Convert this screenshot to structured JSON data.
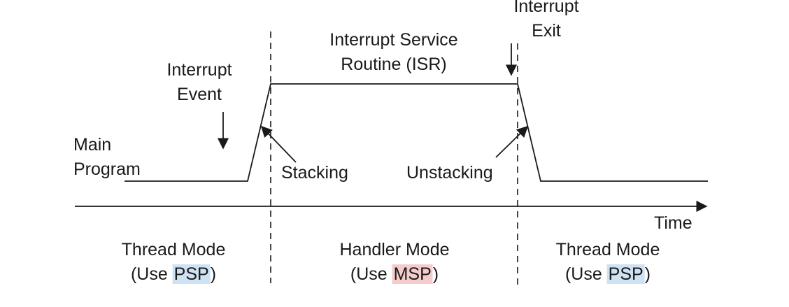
{
  "labels": {
    "main_program": [
      "Main",
      "Program"
    ],
    "interrupt_event": [
      "Interrupt",
      "Event"
    ],
    "isr": [
      "Interrupt Service",
      "Routine (ISR)"
    ],
    "interrupt_exit": [
      "Interrupt",
      "Exit"
    ],
    "stacking": "Stacking",
    "unstacking": "Unstacking",
    "time": "Time"
  },
  "modes": [
    {
      "name": "Thread Mode",
      "use_prefix": "(Use ",
      "stack": "PSP",
      "use_suffix": ")",
      "highlight": "#cfe2f3"
    },
    {
      "name": "Handler Mode",
      "use_prefix": "(Use ",
      "stack": "MSP",
      "use_suffix": ")",
      "highlight": "#f4cccc"
    },
    {
      "name": "Thread Mode",
      "use_prefix": "(Use ",
      "stack": "PSP",
      "use_suffix": ")",
      "highlight": "#cfe2f3"
    }
  ],
  "colors": {
    "line": "#1a1a1a"
  }
}
